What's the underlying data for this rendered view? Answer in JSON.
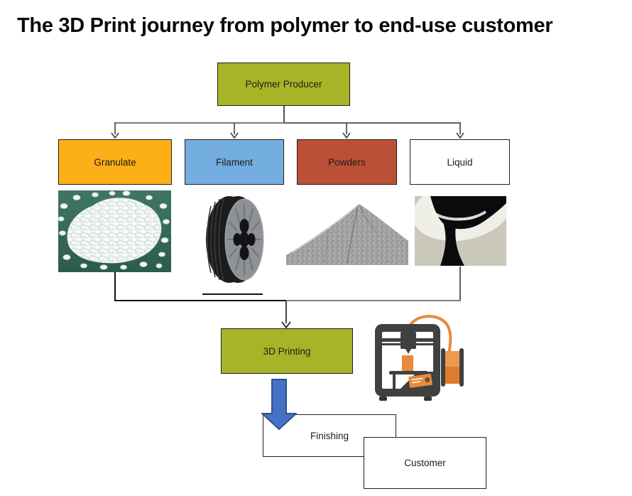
{
  "title": "The 3D Print journey from polymer to end-use customer",
  "flow": {
    "producer": {
      "label": "Polymer Producer",
      "color": "#a8b427"
    },
    "forms": [
      {
        "label": "Granulate",
        "color": "#fcaf17",
        "photo": "granulate-pellets-photo"
      },
      {
        "label": "Filament",
        "color": "#74addf",
        "photo": "filament-spool-photo"
      },
      {
        "label": "Powders",
        "color": "#bc5036",
        "photo": "powder-pile-photo"
      },
      {
        "label": "Liquid",
        "color": "#ffffff",
        "photo": "liquid-resin-pour-photo"
      }
    ],
    "printing": {
      "label": "3D Printing",
      "color": "#a8b427"
    },
    "finishing": {
      "label": "Finishing",
      "color": "#ffffff"
    },
    "customer": {
      "label": "Customer",
      "color": "#ffffff"
    }
  },
  "icons": {
    "printer": "3d-printer-icon",
    "connector_arrowhead": "down-arrowhead-icon",
    "big_arrow": "big-blue-down-arrow-icon"
  },
  "colors": {
    "producer_green": "#a8b427",
    "granulate_orange": "#fcaf17",
    "filament_blue": "#74addf",
    "powders_red": "#bc5036",
    "arrow_blue": "#4472c4",
    "arrow_blue_border": "#2f528f",
    "printer_orange": "#e98a3c",
    "printer_dark": "#3f4040",
    "connector_gray": "#7f7f7f",
    "connector_dark": "#3f3f3f"
  }
}
